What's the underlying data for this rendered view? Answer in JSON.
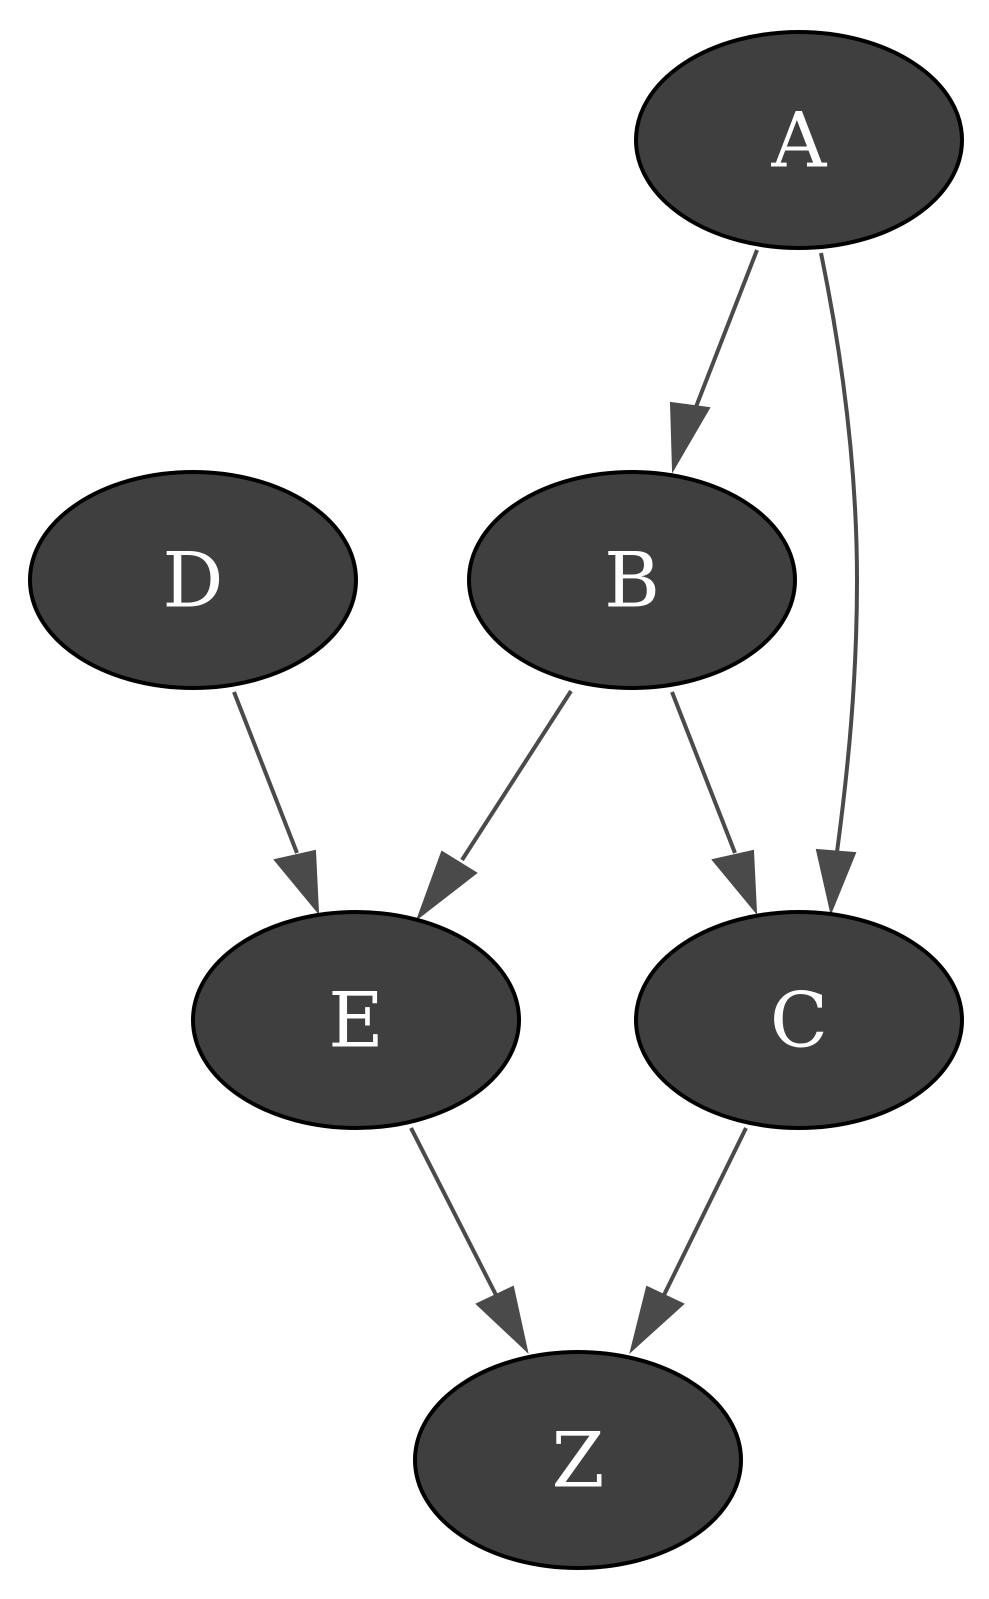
{
  "diagram": {
    "type": "directed-graph",
    "nodes": [
      {
        "id": "A",
        "label": "A"
      },
      {
        "id": "B",
        "label": "B"
      },
      {
        "id": "C",
        "label": "C"
      },
      {
        "id": "D",
        "label": "D"
      },
      {
        "id": "E",
        "label": "E"
      },
      {
        "id": "Z",
        "label": "Z"
      }
    ],
    "edges": [
      {
        "from": "A",
        "to": "B"
      },
      {
        "from": "A",
        "to": "C"
      },
      {
        "from": "D",
        "to": "E"
      },
      {
        "from": "B",
        "to": "E"
      },
      {
        "from": "B",
        "to": "C"
      },
      {
        "from": "E",
        "to": "Z"
      },
      {
        "from": "C",
        "to": "Z"
      }
    ]
  },
  "colors": {
    "node_fill": "#3f3f3f",
    "node_stroke": "#000000",
    "node_text": "#ffffff",
    "edge": "#4a4a4a",
    "background": "#ffffff"
  }
}
